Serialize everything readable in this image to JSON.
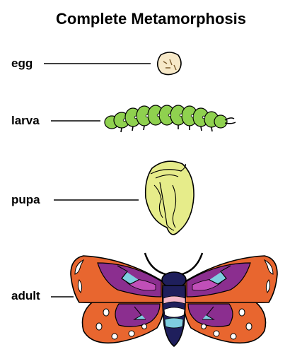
{
  "title": "Complete Metamorphosis",
  "stages": [
    {
      "label": "egg",
      "icon": "egg-icon"
    },
    {
      "label": "larva",
      "icon": "caterpillar-icon"
    },
    {
      "label": "pupa",
      "icon": "chrysalis-icon"
    },
    {
      "label": "adult",
      "icon": "moth-icon"
    }
  ],
  "colors": {
    "larva_green": "#8fd14f",
    "pupa_yellow": "#e6ec8a",
    "wing_orange": "#e8662f",
    "wing_purple": "#8b2e8f",
    "wing_cyan": "#7ecde0",
    "body_navy": "#1f1f5c"
  }
}
